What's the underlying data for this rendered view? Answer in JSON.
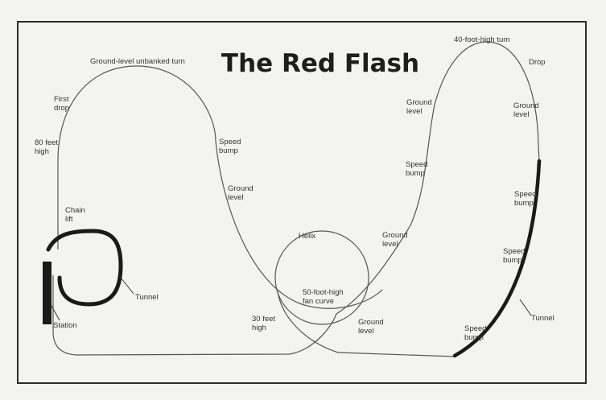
{
  "title": "The Red Flash",
  "colors": {
    "frame": "#2b2b2b",
    "track": "#555555",
    "tunnel": "#1a1a1a",
    "station": "#1a1a1a",
    "paper": "#f3f3f1"
  },
  "labels": {
    "ground_level_unbanked_turn": "Ground-level unbanked turn",
    "first_drop_1": "First",
    "first_drop_2": "drop",
    "eighty_feet_1": "80 feet",
    "eighty_feet_2": "high",
    "chain_lift_1": "Chain",
    "chain_lift_2": "lift",
    "tunnel_left": "Tunnel",
    "station": "Station",
    "speed_bump_1a": "Speed",
    "speed_bump_1b": "bump",
    "ground_level_1a": "Ground",
    "ground_level_1b": "level",
    "helix": "Helix",
    "fan_curve_1": "50-foot-high",
    "fan_curve_2": "fan curve",
    "thirty_feet_1": "30 feet",
    "thirty_feet_2": "high",
    "ground_level_2a": "Ground",
    "ground_level_2b": "level",
    "ground_level_3a": "Ground",
    "ground_level_3b": "level",
    "ground_level_4a": "Ground",
    "ground_level_4b": "level",
    "speed_bump_2a": "Speed",
    "speed_bump_2b": "bump",
    "forty_foot_turn": "40-foot-high turn",
    "drop": "Drop",
    "ground_level_5a": "Ground",
    "ground_level_5b": "level",
    "speed_bump_3a": "Speed",
    "speed_bump_3b": "bump",
    "speed_bump_4a": "Speed",
    "speed_bump_4b": "bump",
    "tunnel_right": "Tunnel",
    "speed_bump_5a": "Speed",
    "speed_bump_5b": "bump"
  }
}
